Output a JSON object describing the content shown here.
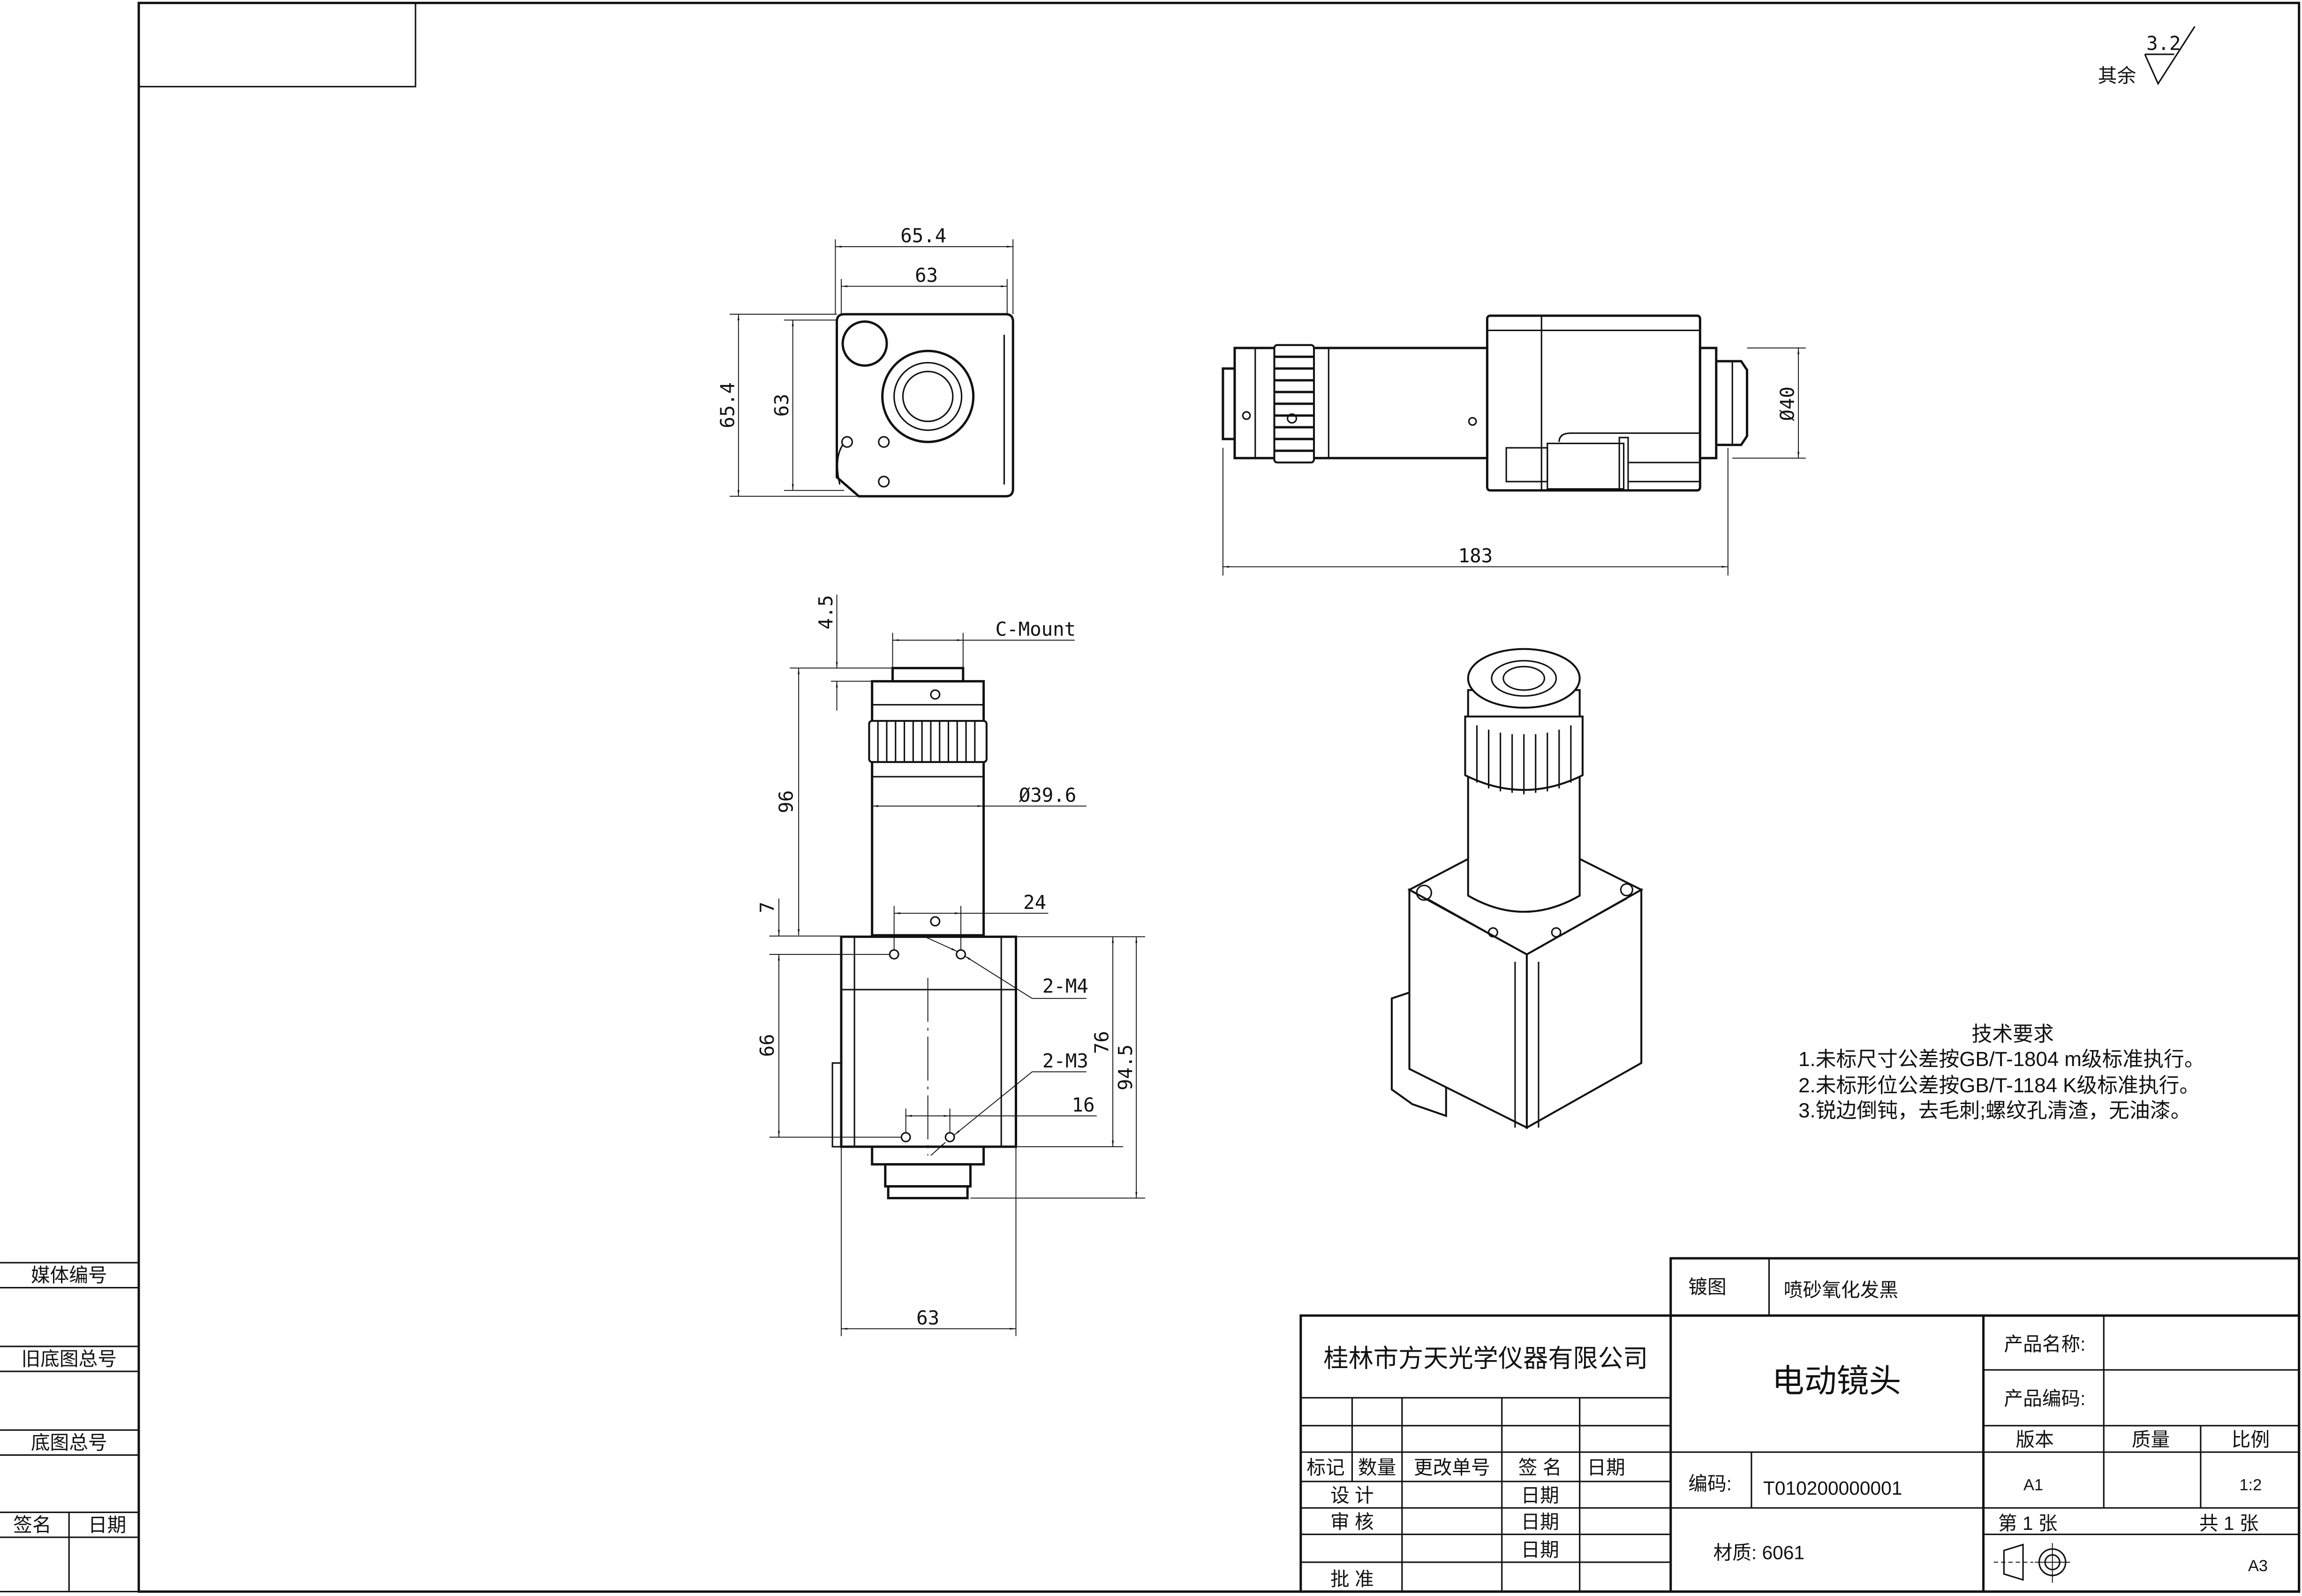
{
  "sidebar": {
    "media_no": "媒体编号",
    "old_base_no": "旧底图总号",
    "base_no": "底图总号",
    "signature": "签名",
    "date": "日期"
  },
  "roughness": {
    "value": "3.2",
    "label": "其余"
  },
  "tech_requirements": {
    "title": "技术要求",
    "items": [
      "1.未标尺寸公差按GB/T-1804 m级标准执行。",
      "2.未标形位公差按GB/T-1184 K级标准执行。",
      "3.锐边倒钝，去毛刺;螺纹孔清渣，无油漆。"
    ]
  },
  "dimensions": {
    "end_view": {
      "width_outer": "65.4",
      "width_inner": "63",
      "height_outer": "65.4",
      "height_inner": "63"
    },
    "side_view": {
      "length": "183",
      "diameter": "Ø40"
    },
    "front_view": {
      "mount_height": "4.5",
      "mount_label": "C-Mount",
      "tube_length": "96",
      "tube_diameter": "Ø39.6",
      "hole_offset": "7",
      "hole_spacing_top": "24",
      "m4_label": "2-M4",
      "body_height_holes": "66",
      "m3_label": "2-M3",
      "hole_spacing_bottom": "16",
      "body_height": "76",
      "total_height": "94.5",
      "body_width": "63"
    }
  },
  "title_block": {
    "plating_label": "镀图",
    "plating_value": "喷砂氧化发黑",
    "company": "桂林市方天光学仪器有限公司",
    "part_name": "电动镜头",
    "code_label": "编码:",
    "code_value": "T010200000001",
    "material": "材质: 6061",
    "product_name_label": "产品名称:",
    "product_code_label": "产品编码:",
    "version_label": "版本",
    "weight_label": "质量",
    "scale_label": "比例",
    "version": "A1",
    "scale": "1:2",
    "sheet": "第 1 张",
    "total_sheets": "共 1 张",
    "paper_size": "A3",
    "revision_headers": [
      "标记",
      "数量",
      "更改单号",
      "签 名",
      "日期"
    ],
    "design_label": "设 计",
    "review_label": "审 核",
    "approve_label": "批 准",
    "date_label": "日期"
  }
}
